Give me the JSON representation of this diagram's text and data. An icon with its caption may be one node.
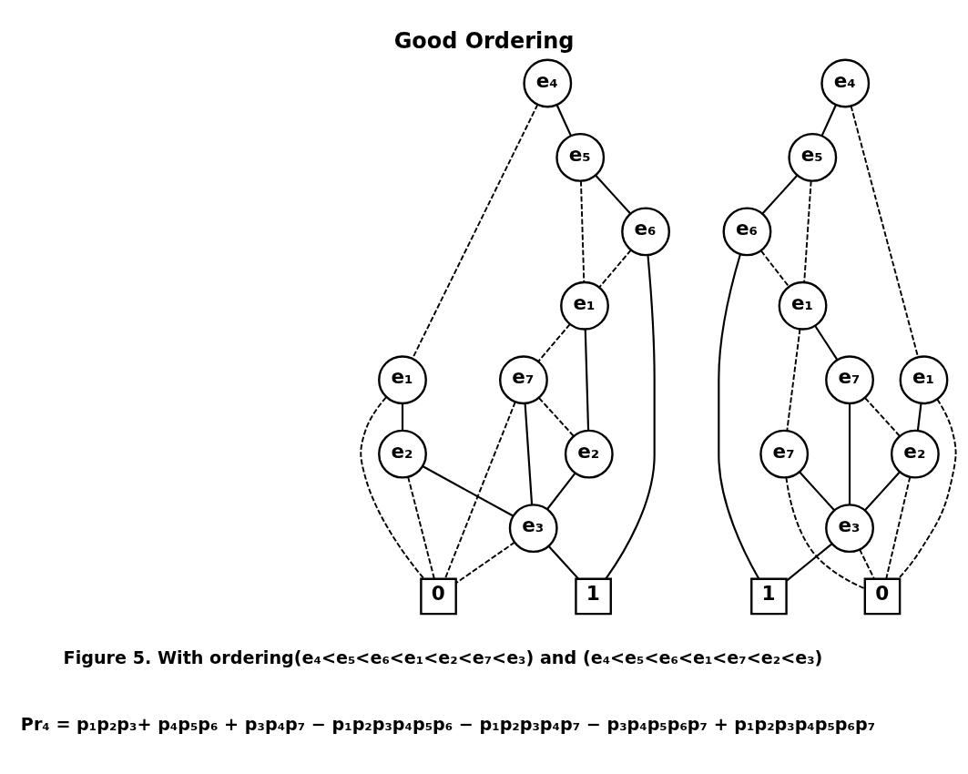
{
  "diagram": {
    "title": "Good Ordering",
    "caption": "Figure 5. With ordering(e₄<e₅<e₆<e₁<e₂<e₇<e₃) and (e₄<e₅<e₆<e₁<e₇<e₂<e₃)",
    "nodes": [
      {
        "text": [
          "e₄"
        ]
      },
      {
        "text": [
          "e₅"
        ]
      },
      {
        "text": [
          "e₆"
        ]
      },
      {
        "text": [
          "e₁"
        ]
      },
      {
        "text": [
          "e₁"
        ]
      },
      {
        "text": [
          "e₂"
        ]
      },
      {
        "text": [
          "e₂"
        ]
      },
      {
        "text": [
          "e₇"
        ]
      },
      {
        "text": [
          "e₃"
        ]
      },
      {
        "text": [
          "0"
        ]
      },
      {
        "text": [
          "1"
        ]
      },
      {
        "text": [
          "e₄"
        ]
      },
      {
        "text": [
          "e₅"
        ]
      },
      {
        "text": [
          "e₆"
        ]
      },
      {
        "text": [
          "e₁"
        ]
      },
      {
        "text": [
          "e₁"
        ]
      },
      {
        "text": [
          "e₇"
        ]
      },
      {
        "text": [
          "e₇"
        ]
      },
      {
        "text": [
          "e₂"
        ]
      },
      {
        "text": [
          "e₃"
        ]
      },
      {
        "text": [
          "0"
        ]
      },
      {
        "text": [
          "1"
        ]
      }
    ],
    "edges": [
      {
        "from": 0,
        "to": 1,
        "arrow": "none"
      },
      {
        "from": 0,
        "to": 3,
        "arrow": "none",
        "style": "dashed"
      },
      {
        "from": 1,
        "to": 2,
        "arrow": "none"
      },
      {
        "from": 1,
        "to": 4,
        "arrow": "none",
        "style": "dashed"
      },
      {
        "from": 2,
        "to": 4,
        "arrow": "none",
        "style": "dashed"
      },
      {
        "from": 2,
        "to": 10,
        "arrow": "none"
      },
      {
        "from": 3,
        "to": 5,
        "arrow": "none"
      },
      {
        "from": 3,
        "to": 9,
        "arrow": "none",
        "style": "dashed"
      },
      {
        "from": 4,
        "to": 6,
        "arrow": "none"
      },
      {
        "from": 4,
        "to": 7,
        "arrow": "none",
        "style": "dashed"
      },
      {
        "from": 5,
        "to": 8,
        "arrow": "none"
      },
      {
        "from": 5,
        "to": 9,
        "arrow": "none",
        "style": "dashed"
      },
      {
        "from": 6,
        "to": 8,
        "arrow": "none"
      },
      {
        "from": 7,
        "to": 6,
        "arrow": "none",
        "style": "dashed"
      },
      {
        "from": 7,
        "to": 8,
        "arrow": "none"
      },
      {
        "from": 7,
        "to": 9,
        "arrow": "none",
        "style": "dashed"
      },
      {
        "from": 8,
        "to": 10,
        "arrow": "none"
      },
      {
        "from": 8,
        "to": 9,
        "arrow": "none",
        "style": "dashed"
      },
      {
        "from": 11,
        "to": 12,
        "arrow": "none"
      },
      {
        "from": 11,
        "to": 14,
        "arrow": "none",
        "style": "dashed"
      },
      {
        "from": 12,
        "to": 13,
        "arrow": "none"
      },
      {
        "from": 12,
        "to": 15,
        "arrow": "none",
        "style": "dashed"
      },
      {
        "from": 13,
        "to": 15,
        "arrow": "none",
        "style": "dashed"
      },
      {
        "from": 13,
        "to": 21,
        "arrow": "none"
      },
      {
        "from": 14,
        "to": 18,
        "arrow": "none"
      },
      {
        "from": 14,
        "to": 20,
        "arrow": "none",
        "style": "dashed"
      },
      {
        "from": 15,
        "to": 16,
        "arrow": "none"
      },
      {
        "from": 15,
        "to": 17,
        "arrow": "none",
        "style": "dashed"
      },
      {
        "from": 16,
        "to": 18,
        "arrow": "none",
        "style": "dashed"
      },
      {
        "from": 16,
        "to": 19,
        "arrow": "none"
      },
      {
        "from": 17,
        "to": 19,
        "arrow": "none"
      },
      {
        "from": 17,
        "to": 20,
        "arrow": "none",
        "style": "dashed"
      },
      {
        "from": 18,
        "to": 19,
        "arrow": "none"
      },
      {
        "from": 18,
        "to": 20,
        "arrow": "none",
        "style": "dashed"
      },
      {
        "from": 19,
        "to": 21,
        "arrow": "none"
      },
      {
        "from": 19,
        "to": 20,
        "arrow": "none",
        "style": "dashed"
      }
    ],
    "labels": [
      "Pr₄ = p₁p₂p₃+ p₄p₅p₆ + p₃p₄p₇ − p₁p₂p₃p₄p₅p₆ − p₁p₂p₃p₄p₇ − p₃p₄p₅p₆p₇ + p₁p₂p₃p₄p₅p₆p₇"
    ]
  }
}
